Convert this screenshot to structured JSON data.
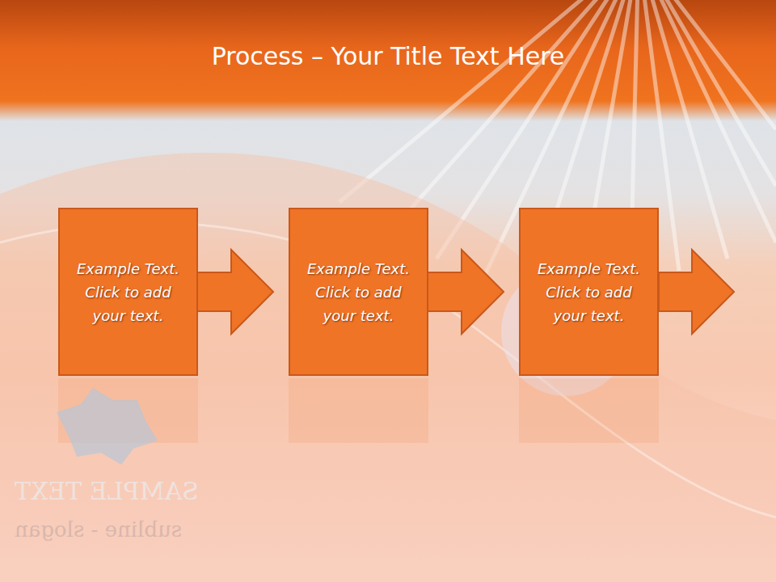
{
  "diagram": {
    "title": "Process – Your Title Text Here",
    "nodes": [
      {
        "text": [
          "Example Text. Click to add your text."
        ]
      },
      {
        "text": [
          "Example Text. Click to add your text."
        ]
      },
      {
        "text": [
          "Example Text. Click to add your text."
        ]
      }
    ],
    "edges": [
      {
        "from": 0,
        "to": 1,
        "arrow": "to"
      },
      {
        "from": 1,
        "to": 2,
        "arrow": "to"
      }
    ],
    "labels": [
      "SAMPLE TEXT",
      "subline - slogan"
    ]
  }
}
